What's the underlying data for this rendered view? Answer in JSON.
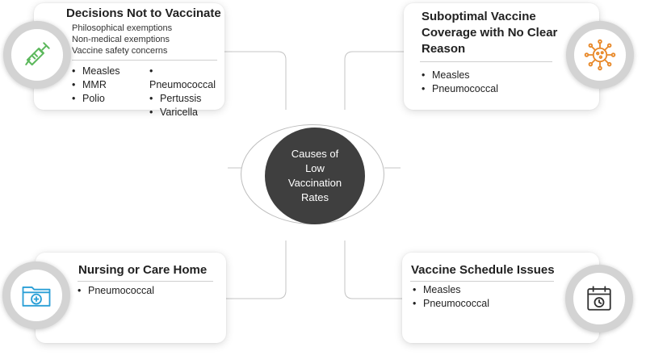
{
  "center": {
    "label": "Causes of\nLow\nVaccination\nRates"
  },
  "boxes": {
    "top_left": {
      "title": "Decisions Not to Vaccinate",
      "subitems": [
        "Philosophical exemptions",
        "Non-medical exemptions",
        "Vaccine safety concerns"
      ],
      "col1": [
        "Measles",
        "MMR",
        "Polio"
      ],
      "col2": [
        "Pneumococcal",
        "Pertussis",
        "Varicella"
      ],
      "icon": "syringe-icon"
    },
    "top_right": {
      "title_line1": "Suboptimal Vaccine",
      "title_line2": "Coverage with No Clear",
      "title_line3": "Reason",
      "items": [
        "Measles",
        "Pneumococcal"
      ],
      "icon": "virus-icon"
    },
    "bottom_left": {
      "title": "Nursing or Care Home",
      "items": [
        "Pneumococcal"
      ],
      "icon": "medical-folder-icon"
    },
    "bottom_right": {
      "title": "Vaccine Schedule Issues",
      "items": [
        "Measles",
        "Pneumococcal"
      ],
      "icon": "calendar-clock-icon"
    }
  },
  "colors": {
    "syringe": "#5cb85c",
    "virus": "#e8892a",
    "folder": "#2a9fd6",
    "calendar": "#333333",
    "hub": "#3f3f3f",
    "ring": "#d3d3d3"
  }
}
